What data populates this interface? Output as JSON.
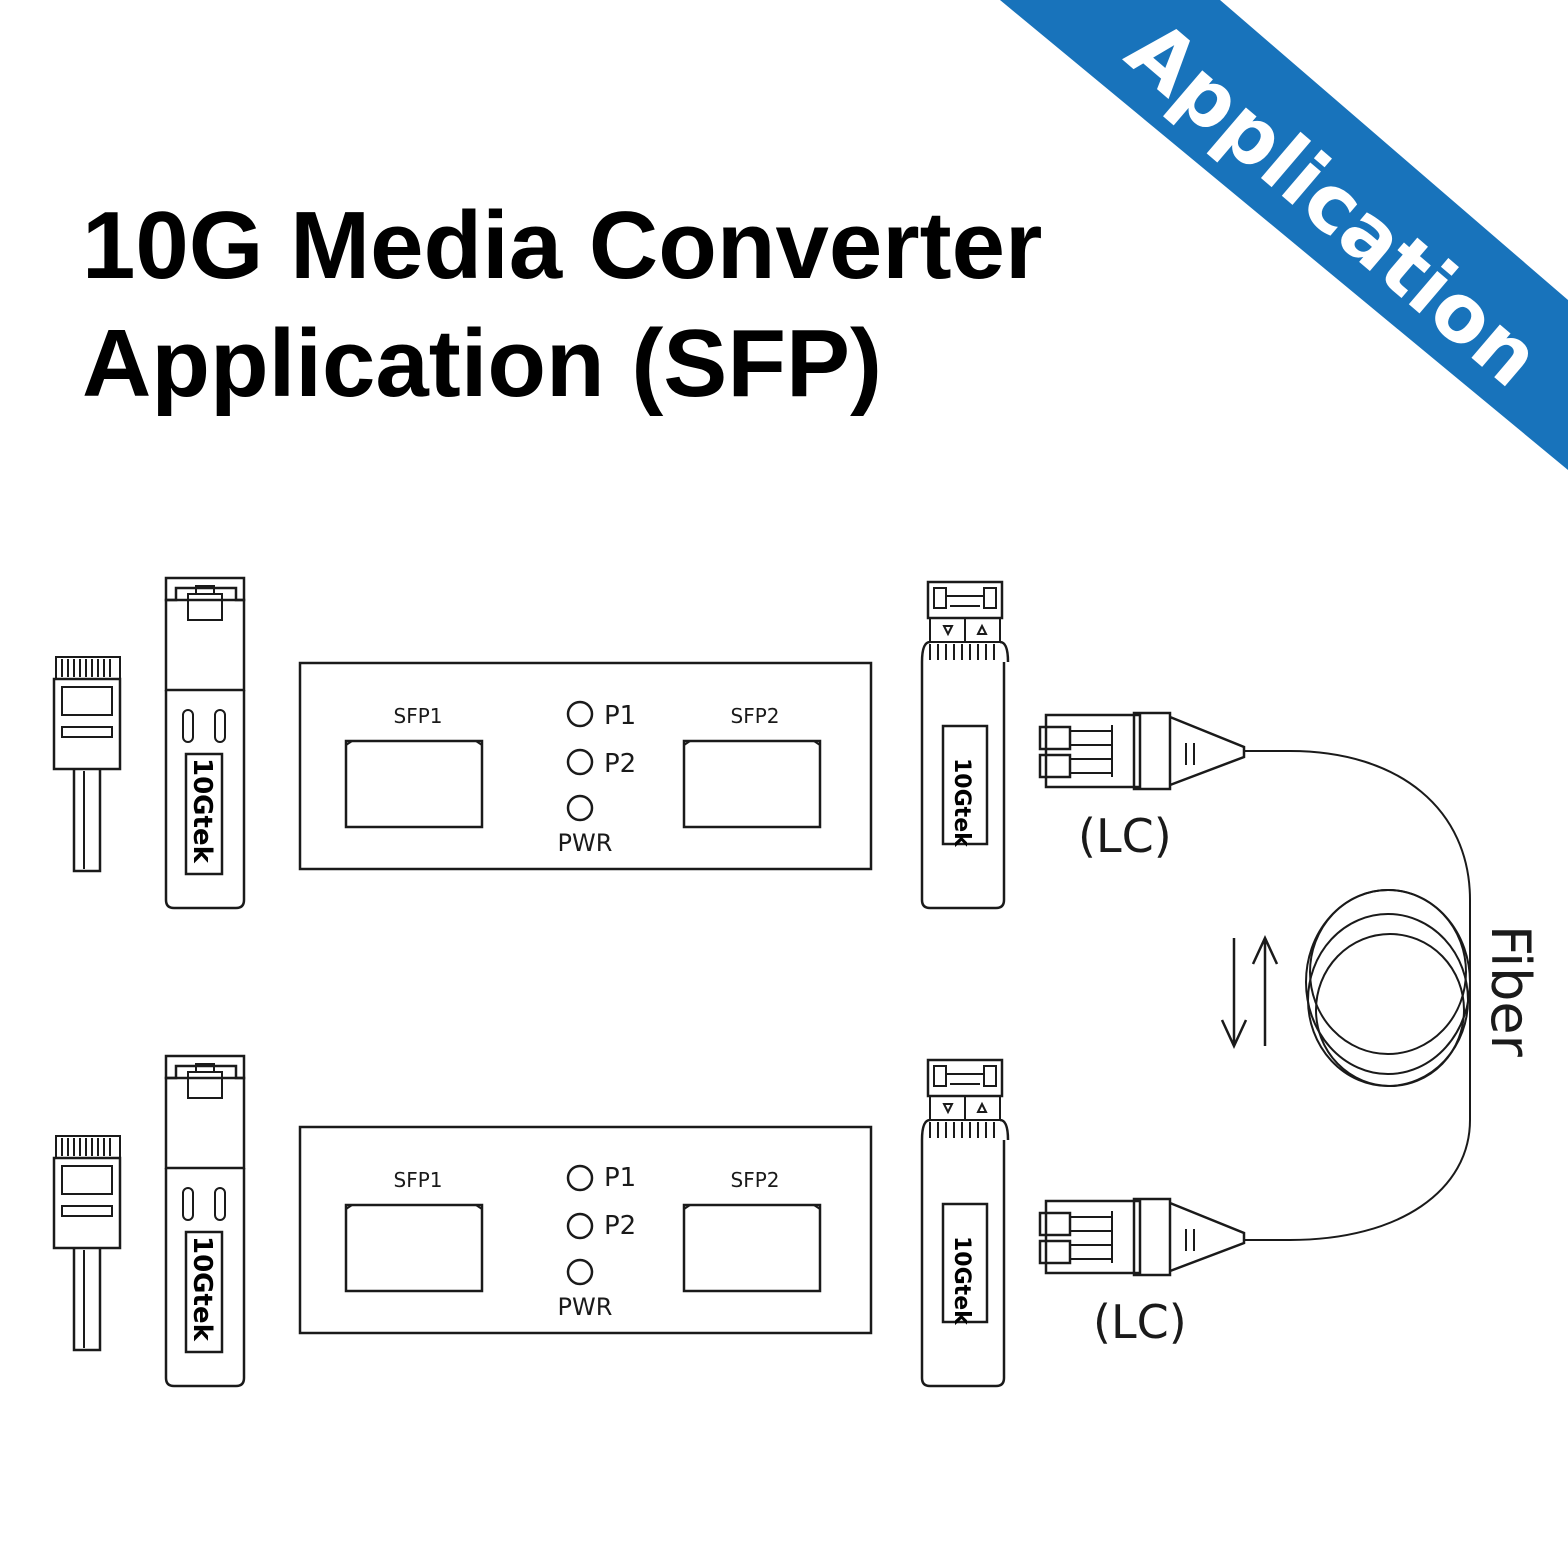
{
  "banner": {
    "text": "Application",
    "color": "#1873bb"
  },
  "title": {
    "line1": "10G Media Converter",
    "line2": "Application (SFP)"
  },
  "converter": {
    "port_left": "SFP1",
    "port_right": "SFP2",
    "led_1": "P1",
    "led_2": "P2",
    "led_power": "PWR"
  },
  "module_brand": "10Gtek",
  "connector_label": "(LC)",
  "cable_label": "Fiber",
  "icons": [
    "rj45-plug-icon",
    "copper-sfp-module-icon",
    "optical-sfp-module-icon",
    "lc-duplex-connector-icon",
    "fiber-coil-icon",
    "bidirectional-arrows-icon"
  ]
}
